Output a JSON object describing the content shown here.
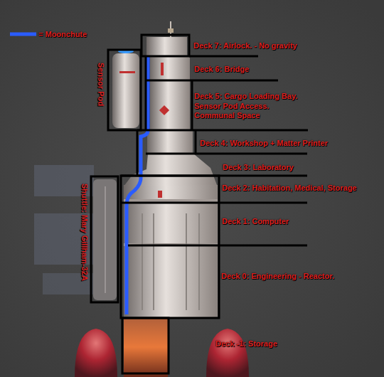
{
  "diagram": {
    "nodes": [
      {
        "text": [
          "Deck 7: Airlock. - No gravity"
        ]
      },
      {
        "text": [
          "Sensor Pod"
        ]
      },
      {
        "text": [
          "Deck 6: Bridge"
        ]
      },
      {
        "text": [
          "Deck 5: Cargo Loading Bay. Sensor Pod Access. Communal Space"
        ]
      },
      {
        "text": [
          "Deck 4: Workshop + Matter Printer"
        ]
      },
      {
        "text": [
          "Deck 3: Laboratory"
        ]
      },
      {
        "text": [
          "Deck 2: Habitation, Medical, Storage"
        ]
      },
      {
        "text": [
          "Shuttle: Mary Gillham-32A"
        ]
      },
      {
        "text": [
          "Deck 1: Computer"
        ]
      },
      {
        "text": [
          "Deck 0: Engineering - Reactor."
        ]
      },
      {
        "text": [
          "Deck -1: Storage"
        ]
      }
    ],
    "legend": [
      {
        "text": "= Moonchute"
      }
    ]
  }
}
